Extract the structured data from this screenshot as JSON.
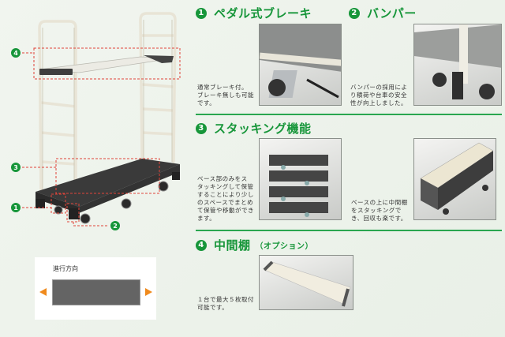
{
  "features": [
    {
      "number": "1",
      "title": "ペダル式ブレーキ",
      "description": "通常ブレーキ付。\nブレーキ無しも可能\nです。"
    },
    {
      "number": "2",
      "title": "バンパー",
      "description": "バンパーの採用によ\nり積荷や台車の安全\n性が向上しました。"
    },
    {
      "number": "3",
      "title": "スタッキング機能",
      "description": "ベース部のみをス\nタッキングして保管\nすることにより少し\nのスペースでまとめ\nて保管や移動ができ\nます。",
      "description2": "ベースの上に中間棚\nをスタッキングで\nき、回収も楽です。"
    },
    {
      "number": "4",
      "title": "中間棚",
      "subtitle": "（オプション）",
      "description": "１台で最大５枚取付\n可能です。"
    }
  ],
  "direction": {
    "label": "進行方向"
  },
  "callouts": [
    "4",
    "3",
    "1",
    "2"
  ],
  "colors": {
    "accent": "#17963a",
    "arrow": "#f08a1c",
    "callout_line": "#e0443a"
  }
}
